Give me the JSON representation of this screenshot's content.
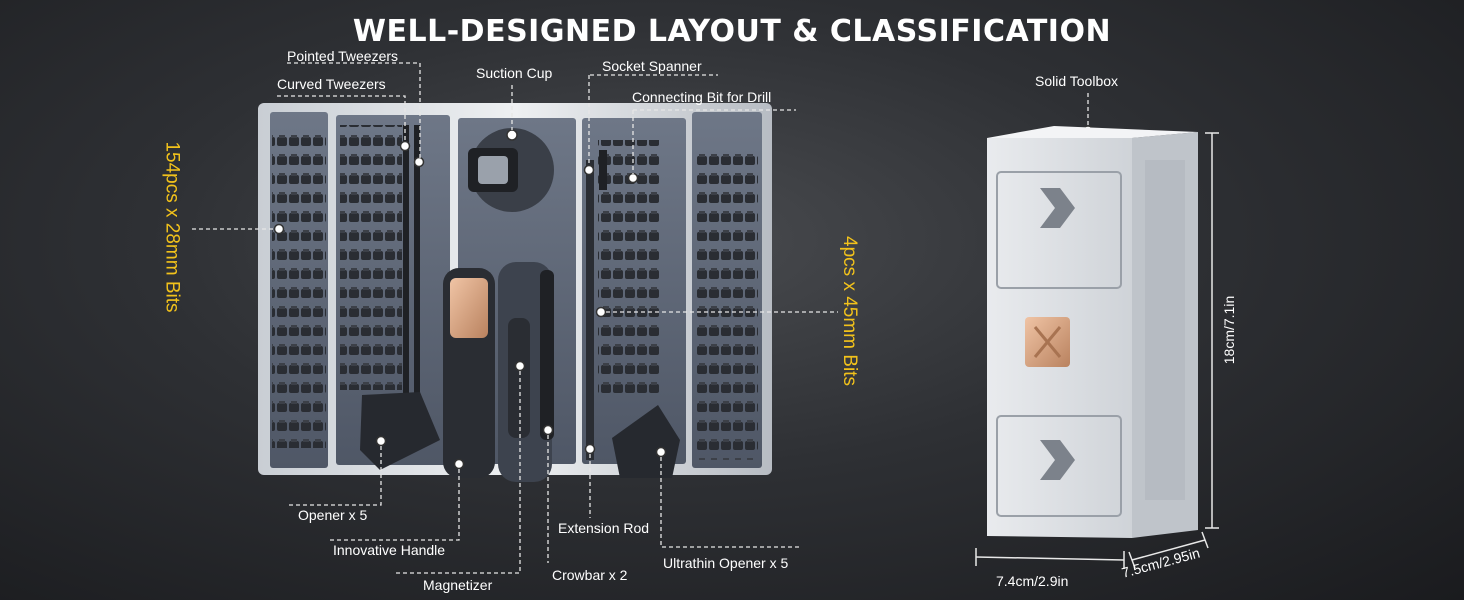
{
  "title": "WELL-DESIGNED LAYOUT & CLASSIFICATION",
  "labels": {
    "pointed_tweezers": "Pointed Tweezers",
    "curved_tweezers": "Curved  Tweezers",
    "suction_cup": "Suction Cup",
    "socket_spanner": "Socket Spanner",
    "connecting_bit": "Connecting Bit for Drill",
    "solid_toolbox": "Solid Toolbox",
    "opener": "Opener x 5",
    "innovative_handle": "Innovative Handle",
    "magnetizer": "Magnetizer",
    "extension_rod": "Extension Rod",
    "crowbar": "Crowbar x 2",
    "ultrathin_opener": "Ultrathin Opener x 5"
  },
  "highlights": {
    "bits_28mm": "154pcs x 28mm Bits",
    "bits_45mm": "4pcs x 45mm Bits"
  },
  "dimensions": {
    "height": "18cm/7.1in",
    "width": "7.4cm/2.9in",
    "depth": "7.5cm/2.95in"
  },
  "colors": {
    "background": "#2e3034",
    "highlight": "#f2c21b",
    "case": "#d9dde2",
    "tray": "#5f6878",
    "accent_copper": "#d9a585"
  }
}
